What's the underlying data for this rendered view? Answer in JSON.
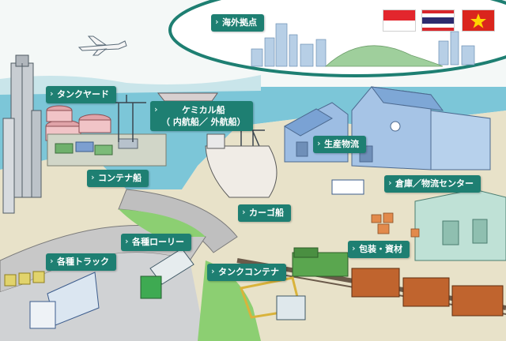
{
  "labels": {
    "overseas": "海外拠点",
    "tank_yard": "タンクヤード",
    "chem_ship_1": "ケミカル船",
    "chem_ship_2": "（ 内航船／ 外航船）",
    "container_ship": "コンテナ船",
    "production": "生産物流",
    "warehouse": "倉庫／物流センター",
    "cargo_ship": "カーゴ船",
    "lorry": "各種ローリー",
    "packaging": "包装・資材",
    "trucks": "各種トラック",
    "tank_container": "タンクコンテナ"
  },
  "flags": [
    {
      "name": "indonesia-flag",
      "colors": [
        "#e3262d",
        "#ffffff"
      ]
    },
    {
      "name": "thailand-flag",
      "colors": [
        "#d9262c",
        "#ffffff",
        "#2d2a6e"
      ]
    },
    {
      "name": "vietnam-flag",
      "colors": [
        "#da251d",
        "#ffd400"
      ]
    }
  ],
  "colors": {
    "accent": "#1e7f72",
    "sea": "#7cc6d8",
    "ground": "#e8e2c9",
    "building": "#8fb4df"
  }
}
